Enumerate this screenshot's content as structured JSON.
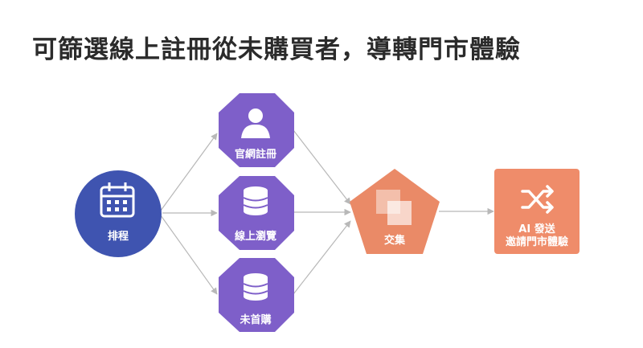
{
  "title": "可篩選線上註冊從未購買者，導轉門市體驗",
  "colors": {
    "schedule": "#3f54b0",
    "source": "#7e5fc9",
    "intersect": "#ea8a67",
    "action": "#ef8c6a",
    "connector": "#b8b8b8"
  },
  "nodes": {
    "schedule": {
      "label": "排程",
      "icon": "calendar-icon"
    },
    "registration": {
      "label": "官網註冊",
      "icon": "user-icon"
    },
    "browsing": {
      "label": "線上瀏覽",
      "icon": "database-icon"
    },
    "no_purchase": {
      "label": "未首購",
      "icon": "database-icon"
    },
    "intersection": {
      "label": "交集",
      "icon": "overlap-icon"
    },
    "action": {
      "line1": "AI 發送",
      "line2": "邀請門市體驗",
      "icon": "shuffle-icon"
    }
  }
}
